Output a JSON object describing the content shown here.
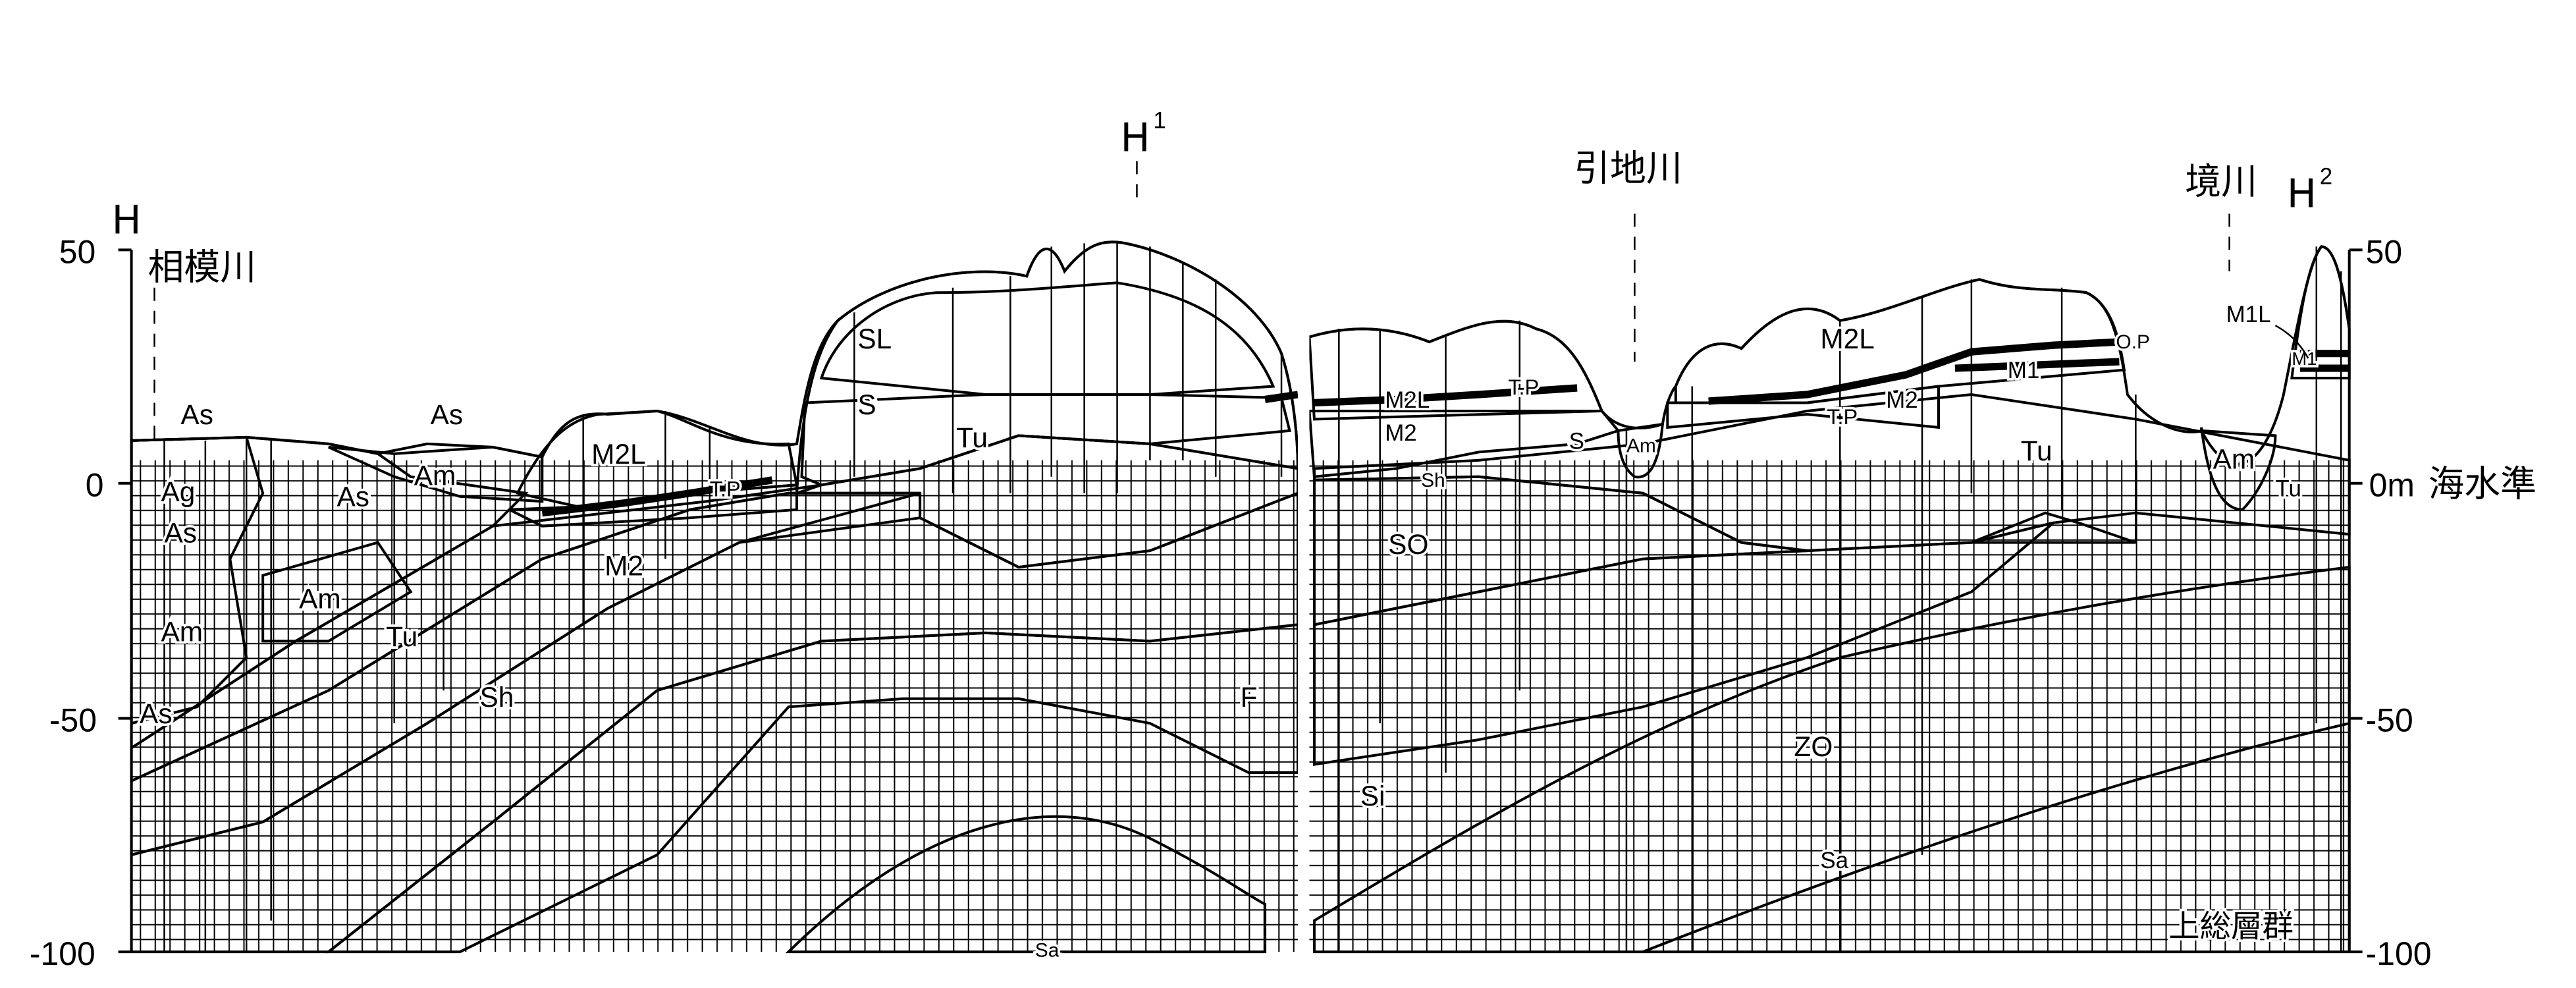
{
  "figure": {
    "section_start": "H",
    "section_mid": "H",
    "section_mid_sup": "1",
    "section_end": "H",
    "section_end_sup": "2"
  },
  "rivers": {
    "sagami": "相模川",
    "hikiji": "引地川",
    "sakai": "境川"
  },
  "axis_left": {
    "ticks": [
      "50",
      "0",
      "-50",
      "-100"
    ]
  },
  "axis_right": {
    "ticks": [
      "50",
      "0m",
      "-50",
      "-100"
    ],
    "sea_level": "海水準"
  },
  "layers": {
    "As": "As",
    "Ag": "Ag",
    "Am": "Am",
    "Tu": "Tu",
    "Sh": "Sh",
    "M2": "M2",
    "M2L": "M2L",
    "TP": "T.P",
    "OP": "O.P",
    "SL": "SL",
    "S": "S",
    "SO": "SO",
    "F": "F",
    "Si": "Si",
    "Sa": "Sa",
    "ZO": "ZO",
    "M1": "M1",
    "M1L": "M1L",
    "Shl": "Sh",
    "kazusa": "上総層群"
  },
  "colors": {
    "ink": "#000000",
    "paper": "#ffffff"
  }
}
